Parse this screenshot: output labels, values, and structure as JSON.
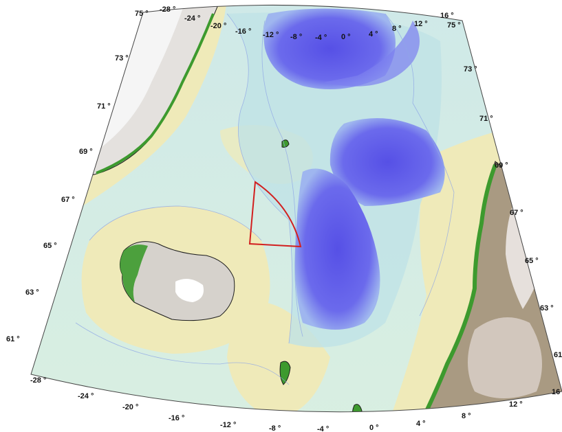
{
  "map": {
    "colors": {
      "deep": "#5b59e8",
      "deep_mid": "#7f86f0",
      "shelf": "#a9dbe4",
      "shallow": "#d6efe3",
      "plateau": "#efeab9",
      "land_green": "#3d9a2e",
      "land_brown": "#b7a085",
      "snow": "#f2f2f2",
      "outline": "#1d1d1d",
      "study_area": "#d21f1f"
    },
    "top_labels": [
      "-28 °",
      "-24 °",
      "-20 °",
      "-16 °",
      "-12 °",
      "-8 °",
      "-4 °",
      "0 °",
      "4 °",
      "8 °",
      "12 °",
      "16 °"
    ],
    "bottom_labels": [
      "-28 °",
      "-24 °",
      "-20 °",
      "-16 °",
      "-12 °",
      "-8 °",
      "-4 °",
      "0 °",
      "4 °",
      "8 °",
      "12 °",
      "16"
    ],
    "left_labels": [
      "75 °",
      "73 °",
      "71 °",
      "69 °",
      "67 °",
      "65 °",
      "63 °",
      "61 °"
    ],
    "right_labels": [
      "75 °",
      "73 °",
      "71 °",
      "69 °",
      "67 °",
      "65 °",
      "63 °",
      "61"
    ]
  }
}
